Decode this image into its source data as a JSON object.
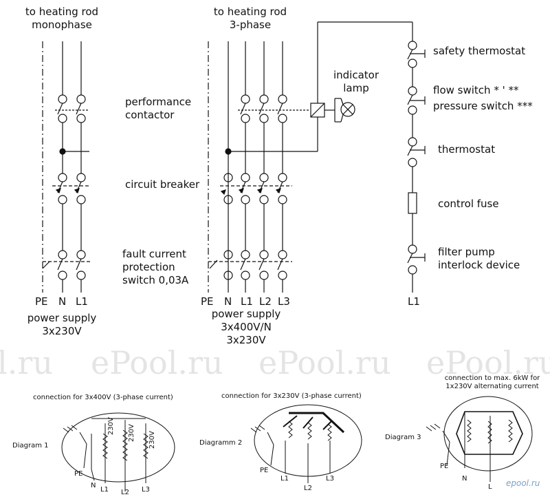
{
  "top_labels": {
    "mono_title_1": "to heating rod",
    "mono_title_2": "monophase",
    "three_title_1": "to heating rod",
    "three_title_2": "3-phase",
    "indicator_1": "indicator",
    "indicator_2": "lamp"
  },
  "component_labels": {
    "contactor_1": "performance",
    "contactor_2": "contactor",
    "breaker": "circuit breaker",
    "fault_1": "fault current",
    "fault_2": "protection",
    "fault_3": "switch 0,03A"
  },
  "control_labels": {
    "safety": "safety thermostat",
    "flow": "flow switch * ' **",
    "pressure": "pressure switch ***",
    "thermostat": "thermostat",
    "fuse": "control fuse",
    "pump_1": "filter pump",
    "pump_2": "interlock device",
    "l1": "L1"
  },
  "terminals_mono": [
    "PE",
    "N",
    "L1"
  ],
  "terminals_three": [
    "PE",
    "N",
    "L1",
    "L2",
    "L3"
  ],
  "supply_mono": {
    "line1": "power supply",
    "line2": "3x230V"
  },
  "supply_three": {
    "line1": "power supply",
    "line2": "3x400V/N",
    "line3": "3x230V"
  },
  "watermarks": [
    "l.ru",
    "ePool.ru",
    "ePool.ru",
    "ePool.ru"
  ],
  "diagrams": [
    {
      "caption": "connection for 3x400V (3-phase current)",
      "name": "Diagram 1",
      "resistor_labels": [
        "230V",
        "230V",
        "230V"
      ],
      "pe": "PE",
      "leads": [
        "N",
        "L1",
        "L2",
        "L3"
      ]
    },
    {
      "caption": "connection for 3x230V (3-phase current)",
      "name": "Diagramm 2",
      "pe": "PE",
      "leads": [
        "L1",
        "L2",
        "L3"
      ]
    },
    {
      "caption_1": "connection to max. 6kW for",
      "caption_2": "1x230V alternating current",
      "name": "Diagram 3",
      "pe": "PE",
      "leads": [
        "N",
        "L"
      ]
    }
  ],
  "logo": "epool.ru"
}
